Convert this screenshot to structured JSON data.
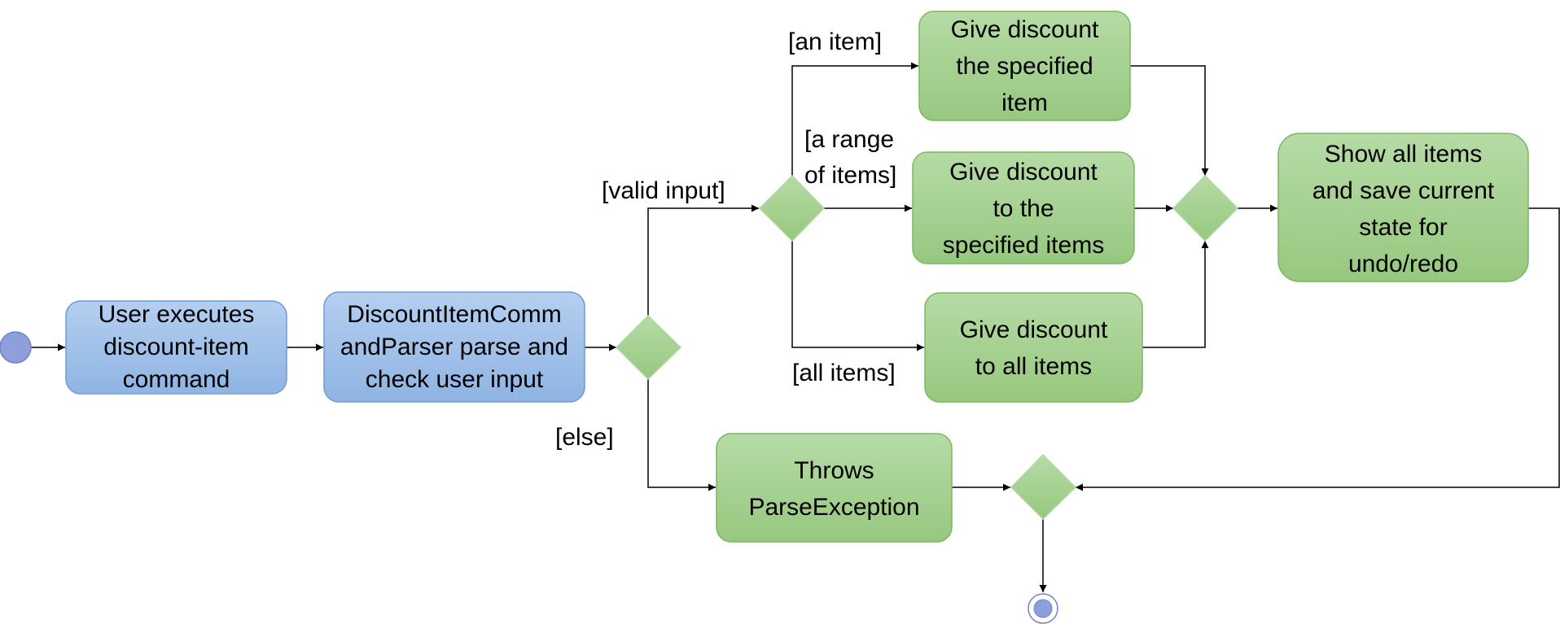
{
  "nodes": {
    "user_executes": {
      "lines": [
        "User executes",
        "discount-item",
        "command"
      ]
    },
    "parser": {
      "lines": [
        "DiscountItemComm",
        "andParser parse and",
        "check user input"
      ]
    },
    "discount_item": {
      "lines": [
        "Give discount",
        "the specified",
        "item"
      ]
    },
    "discount_range": {
      "lines": [
        "Give discount",
        "to the",
        "specified items"
      ]
    },
    "discount_all": {
      "lines": [
        "Give discount",
        "to all items"
      ]
    },
    "show_all": {
      "lines": [
        "Show all items",
        "and save current",
        "state for",
        "undo/redo"
      ]
    },
    "throws": {
      "lines": [
        "Throws",
        "ParseException"
      ]
    }
  },
  "guards": {
    "valid_input": "[valid input]",
    "else": "[else]",
    "an_item": "[an item]",
    "range_line1": "[a range",
    "range_line2": "of items]",
    "all_items": "[all items]"
  },
  "colors": {
    "blue_top": "#b4cff0",
    "blue_bottom": "#8fb4e3",
    "blue_border": "#6e9bd4",
    "green_top": "#b6dba6",
    "green_bottom": "#97c87f",
    "green_border": "#7cb661",
    "start_fill": "#8f9fdb",
    "line": "#000000"
  }
}
